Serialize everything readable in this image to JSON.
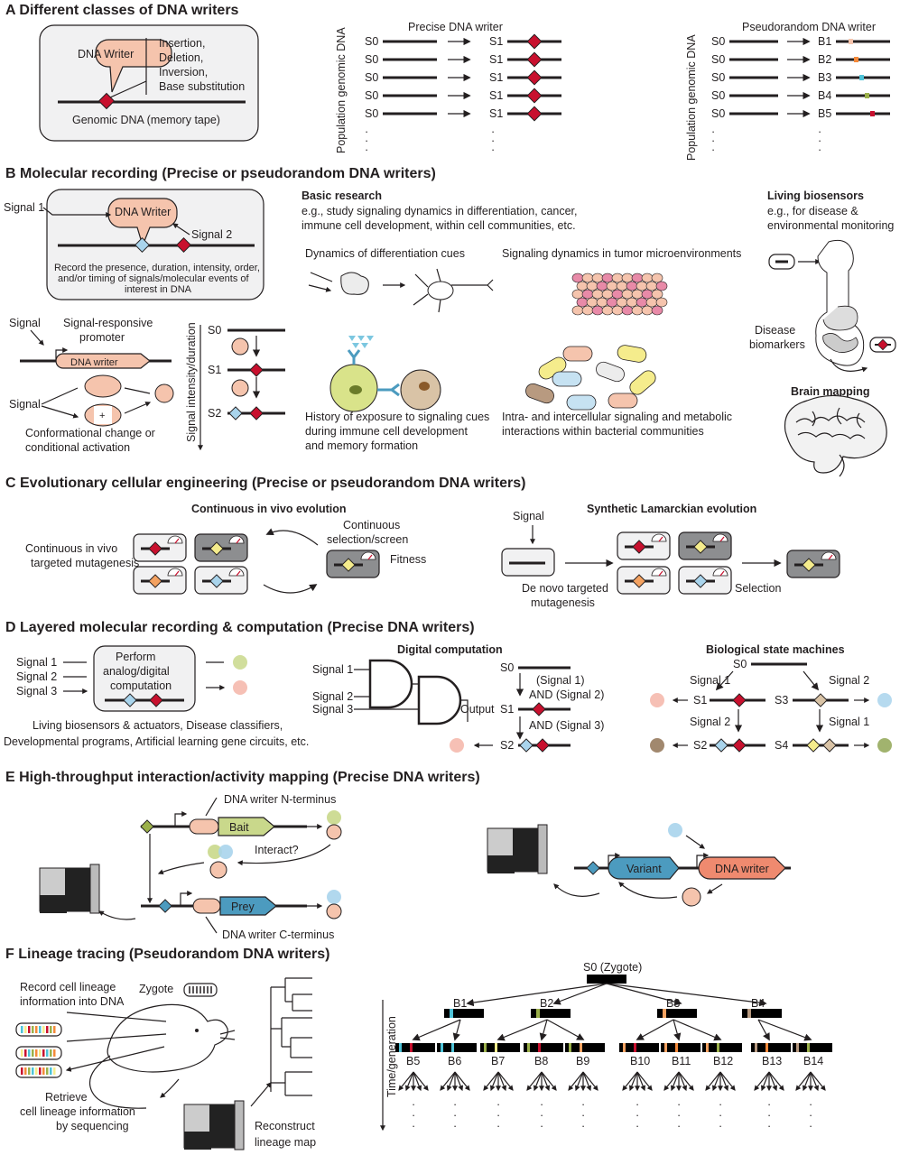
{
  "panelA": {
    "title": "A  Different classes of DNA writers",
    "dna_writer": "DNA Writer",
    "edits": [
      "Insertion,",
      "Deletion,",
      "Inversion,",
      "Base substitution"
    ],
    "tape": "Genomic DNA (memory tape)",
    "precise_title": "Precise DNA writer",
    "pseudo_title": "Pseudorandom DNA writer",
    "pop_label": "Population genomic DNA",
    "s0": "S0",
    "s1": "S1",
    "barcodes": [
      "B1",
      "B2",
      "B3",
      "B4",
      "B5"
    ]
  },
  "panelB": {
    "title": "B  Molecular recording (Precise or pseudorandom DNA writers)",
    "signal1": "Signal 1",
    "signal2": "Signal 2",
    "dna_writer": "DNA Writer",
    "record_text": [
      "Record the presence, duration, intensity, order,",
      "and/or timing of signals/molecular events of",
      "interest in DNA"
    ],
    "signal": "Signal",
    "promoter": [
      "Signal-responsive",
      "promoter"
    ],
    "dna_writer_lc": "DNA writer",
    "conformational": [
      "Conformational change or",
      "conditional activation"
    ],
    "intensity": "Signal intensity/duration",
    "s0": "S0",
    "s1": "S1",
    "s2": "S2",
    "basic_title": "Basic research",
    "basic_sub": [
      "e.g., study signaling dynamics in differentiation, cancer,",
      "immune cell development, within cell communities, etc."
    ],
    "diff_cues": "Dynamics of differentiation cues",
    "tumor": "Signaling dynamics in tumor microenvironments",
    "immune": [
      "History of exposure to signaling cues",
      "during immune cell development",
      "and memory formation"
    ],
    "bacterial": [
      "Intra- and intercellular signaling and metabolic",
      "interactions within bacterial communities"
    ],
    "biosensors_title": "Living biosensors",
    "biosensors_sub": [
      "e.g., for disease &",
      "environmental monitoring"
    ],
    "disease": [
      "Disease",
      "biomarkers"
    ],
    "brain": "Brain mapping"
  },
  "panelC": {
    "title": "C  Evolutionary cellular engineering (Precise or pseudorandom DNA writers)",
    "cont_title": "Continuous in vivo evolution",
    "cont_mut": [
      "Continuous in vivo",
      "targeted mutagenesis"
    ],
    "selection": [
      "Continuous",
      "selection/screen"
    ],
    "fitness": "Fitness",
    "lamarck_title": "Synthetic Lamarckian evolution",
    "signal": "Signal",
    "de_novo": [
      "De novo targeted",
      "mutagenesis"
    ],
    "selection2": "Selection"
  },
  "panelD": {
    "title": "D  Layered molecular recording & computation (Precise DNA writers)",
    "signals": [
      "Signal 1",
      "Signal 2",
      "Signal 3"
    ],
    "perform": [
      "Perform",
      "analog/digital",
      "computation"
    ],
    "apps": [
      "Living biosensors & actuators, Disease classifiers,",
      "Developmental programs, Artificial learning gene circuits, etc."
    ],
    "digital_title": "Digital computation",
    "output": "Output",
    "and1": [
      "(Signal 1)",
      "AND (Signal 2)"
    ],
    "and2": "AND (Signal 3)",
    "s0": "S0",
    "s1": "S1",
    "s2": "S2",
    "s3": "S3",
    "s4": "S4",
    "state_title": "Biological state machines",
    "signal1": "Signal 1",
    "signal2": "Signal 2"
  },
  "panelE": {
    "title": "E  High-throughput interaction/activity mapping (Precise DNA writers)",
    "n_term": "DNA writer N-terminus",
    "c_term": "DNA writer C-terminus",
    "bait": "Bait",
    "prey": "Prey",
    "interact": "Interact?",
    "variant": "Variant",
    "dna_writer": "DNA writer"
  },
  "panelF": {
    "title": "F  Lineage tracing (Pseudorandom DNA writers)",
    "record": [
      "Record cell lineage",
      "information into DNA"
    ],
    "zygote": "Zygote",
    "retrieve": [
      "Retrieve",
      "cell lineage information",
      "by sequencing"
    ],
    "reconstruct": [
      "Reconstruct",
      "lineage map"
    ],
    "root": "S0 (Zygote)",
    "gen1": [
      "B1",
      "B2",
      "B3",
      "B4"
    ],
    "gen2": [
      "B5",
      "B6",
      "B7",
      "B8",
      "B9",
      "B10",
      "B11",
      "B12",
      "B13",
      "B14"
    ],
    "time": "Time/generation"
  },
  "colors": {
    "writer_fill": "#f5c4ad",
    "red_mark": "#c8102e",
    "blue_mark": "#a9d4ec",
    "yellow_mark": "#f5ec8c",
    "orange_mark": "#f4a261",
    "bait": "#c9d88b",
    "prey": "#4c9bbf",
    "dna_writer_e": "#ef8a6f"
  }
}
